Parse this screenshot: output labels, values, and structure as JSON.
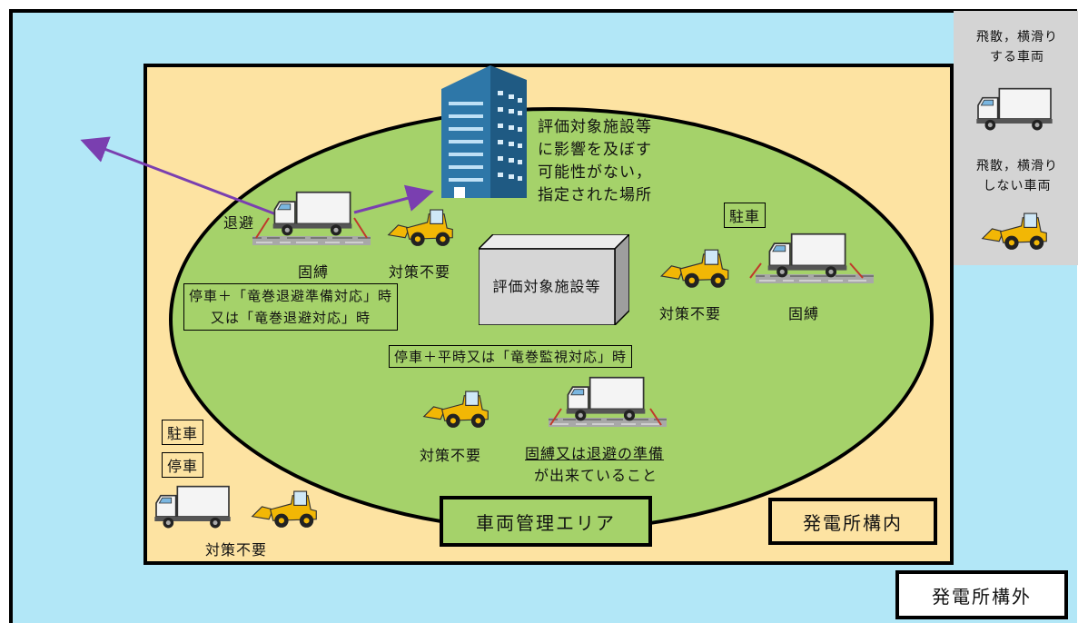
{
  "legend": {
    "flying_label": "飛散，横滑り\nする車両",
    "nonflying_label": "飛散，横滑り\nしない車両"
  },
  "zones": {
    "outside": "発電所構外",
    "inside": "発電所構内",
    "management_area": "車両管理エリア"
  },
  "facility": {
    "label": "評価対象施設等"
  },
  "safe_place": {
    "label": "評価対象施設等\nに影響を及ぼす\n可能性がない，\n指定された場所"
  },
  "labels": {
    "evacuate": "退避",
    "secure_left": "固縛",
    "no_measure_left": "対策不要",
    "condition_evacuation": "停車＋「竜巻退避準備対応」時\n又は「竜巻退避対応」時",
    "parking_right": "駐車",
    "no_measure_right": "対策不要",
    "secure_right": "固縛",
    "condition_monitoring": "停車＋平時又は「竜巻監視対応」時",
    "no_measure_bottom": "対策不要",
    "prepare_line1": "固縛又は退避の準備",
    "prepare_line2": "が出来ていること",
    "parking_outer": "駐車",
    "stopping_outer": "停車",
    "no_measure_outer": "対策不要"
  },
  "colors": {
    "outside_bg": "#b2e7f7",
    "premises_bg": "#fde3a2",
    "area_bg": "#a5d26a",
    "arrow": "#7a3fb0",
    "loader": "#f2b705",
    "building": "#2e77a8"
  }
}
